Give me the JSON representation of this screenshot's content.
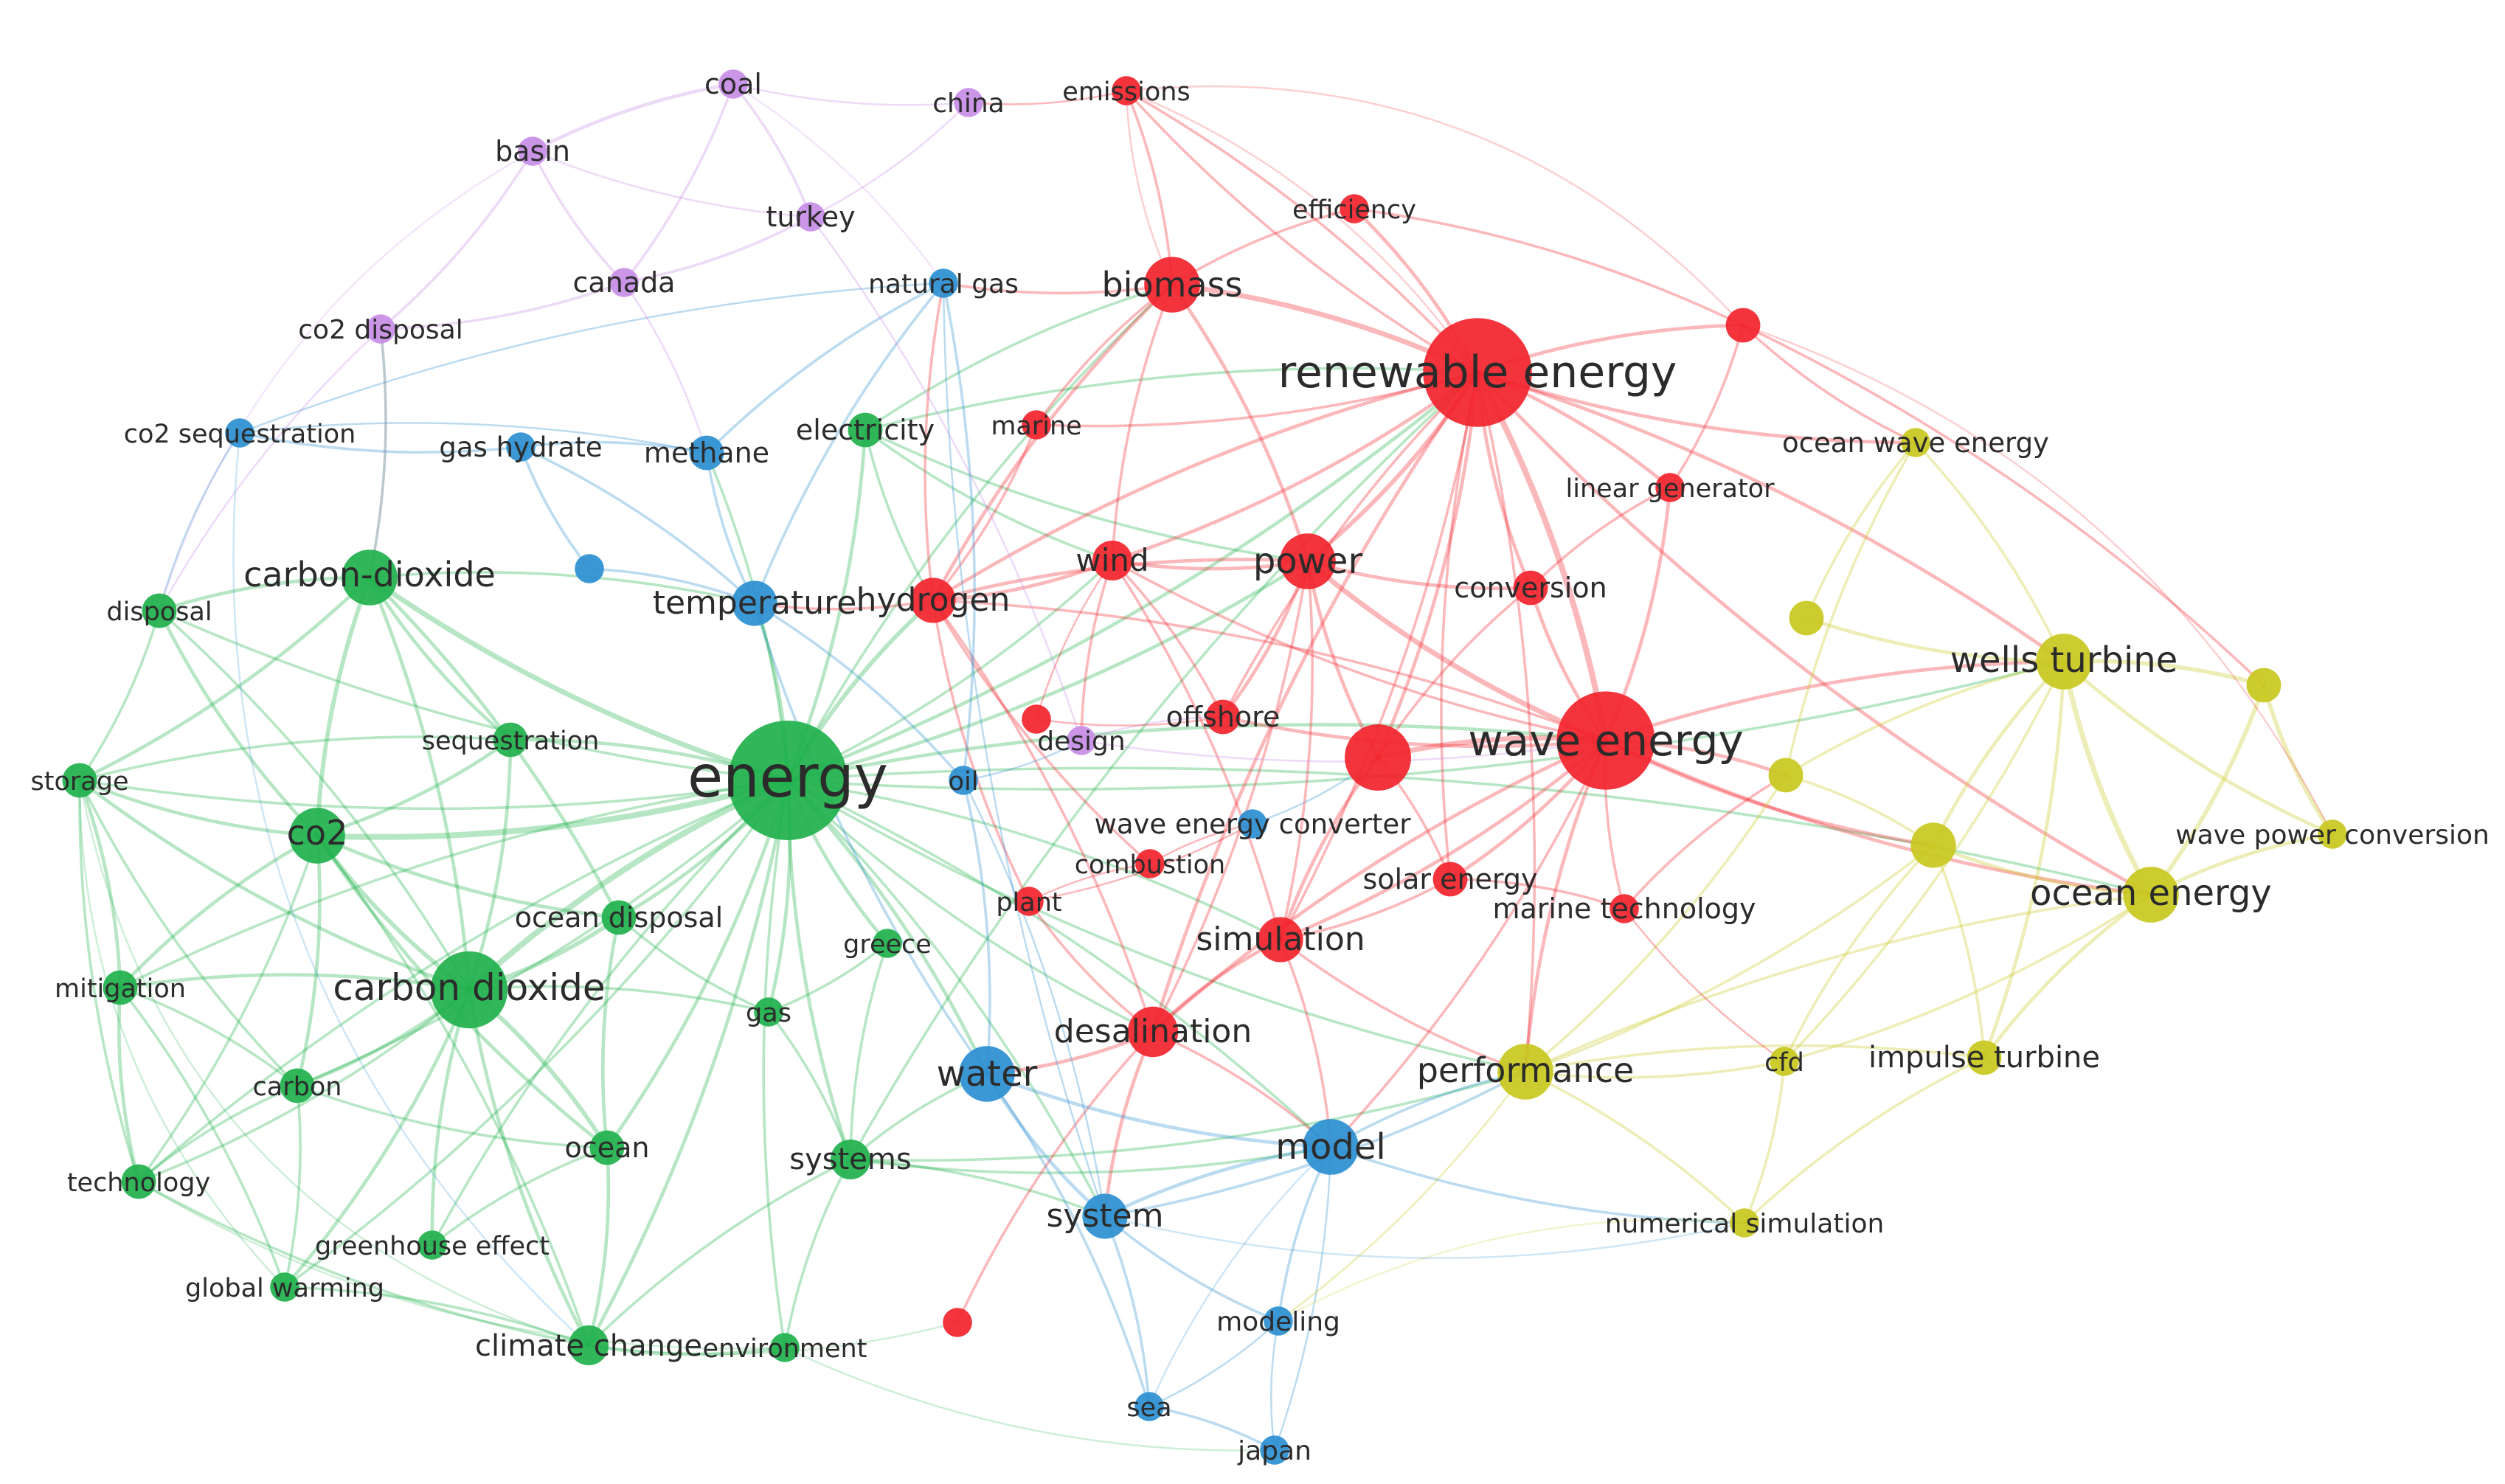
{
  "colors": {
    "green": "#1fb14c",
    "red": "#f2232c",
    "blue": "#2b8fd1",
    "purple": "#c88de6",
    "yellow": "#c8c81e"
  },
  "nodes": [
    {
      "id": "energy",
      "label": "energy",
      "cluster": "green",
      "weight": 10
    },
    {
      "id": "carbon-dioxide",
      "label": "carbon-dioxide",
      "cluster": "green",
      "weight": 4
    },
    {
      "id": "carbon dioxide",
      "label": "carbon dioxide",
      "cluster": "green",
      "weight": 6
    },
    {
      "id": "co2",
      "label": "co2",
      "cluster": "green",
      "weight": 4
    },
    {
      "id": "disposal",
      "label": "disposal",
      "cluster": "green",
      "weight": 2
    },
    {
      "id": "storage",
      "label": "storage",
      "cluster": "green",
      "weight": 2
    },
    {
      "id": "sequestration",
      "label": "sequestration",
      "cluster": "green",
      "weight": 2
    },
    {
      "id": "ocean disposal",
      "label": "ocean disposal",
      "cluster": "green",
      "weight": 2
    },
    {
      "id": "mitigation",
      "label": "mitigation",
      "cluster": "green",
      "weight": 2
    },
    {
      "id": "carbon",
      "label": "carbon",
      "cluster": "green",
      "weight": 2
    },
    {
      "id": "technology",
      "label": "technology",
      "cluster": "green",
      "weight": 2
    },
    {
      "id": "ocean",
      "label": "ocean",
      "cluster": "green",
      "weight": 2
    },
    {
      "id": "greenhouse effect",
      "label": "greenhouse effect",
      "cluster": "green",
      "weight": 1.5
    },
    {
      "id": "global warming",
      "label": "global warming",
      "cluster": "green",
      "weight": 1.5
    },
    {
      "id": "climate change",
      "label": "climate change",
      "cluster": "green",
      "weight": 2.5
    },
    {
      "id": "environment",
      "label": "environment",
      "cluster": "green",
      "weight": 1.5
    },
    {
      "id": "systems",
      "label": "systems",
      "cluster": "green",
      "weight": 2.5
    },
    {
      "id": "gas",
      "label": "gas",
      "cluster": "green",
      "weight": 1.5
    },
    {
      "id": "greece",
      "label": "greece",
      "cluster": "green",
      "weight": 1.5
    },
    {
      "id": "electricity",
      "label": "electricity",
      "cluster": "green",
      "weight": 2
    },
    {
      "id": "renewable energy",
      "label": "renewable energy",
      "cluster": "red",
      "weight": 9
    },
    {
      "id": "wave energy",
      "label": "wave energy",
      "cluster": "red",
      "weight": 8
    },
    {
      "id": "biomass",
      "label": "biomass",
      "cluster": "red",
      "weight": 4
    },
    {
      "id": "power",
      "label": "power",
      "cluster": "red",
      "weight": 4
    },
    {
      "id": "hydrogen",
      "label": "hydrogen",
      "cluster": "red",
      "weight": 3
    },
    {
      "id": "wind",
      "label": "wind",
      "cluster": "red",
      "weight": 2.5
    },
    {
      "id": "efficiency",
      "label": "efficiency",
      "cluster": "red",
      "weight": 1.5
    },
    {
      "id": "emissions",
      "label": "emissions",
      "cluster": "red",
      "weight": 1.5
    },
    {
      "id": "marine",
      "label": "marine",
      "cluster": "red",
      "weight": 1.5
    },
    {
      "id": "linear generator",
      "label": "linear generator",
      "cluster": "red",
      "weight": 1.5
    },
    {
      "id": "conversion",
      "label": "conversion",
      "cluster": "red",
      "weight": 2
    },
    {
      "id": "offshore",
      "label": "offshore",
      "cluster": "red",
      "weight": 2
    },
    {
      "id": "simulation",
      "label": "simulation",
      "cluster": "red",
      "weight": 3
    },
    {
      "id": "desalination",
      "label": "desalination",
      "cluster": "red",
      "weight": 3.5
    },
    {
      "id": "solar energy",
      "label": "solar energy",
      "cluster": "red",
      "weight": 2
    },
    {
      "id": "marine technology",
      "label": "marine technology",
      "cluster": "red",
      "weight": 1.5
    },
    {
      "id": "combustion",
      "label": "combustion",
      "cluster": "red",
      "weight": 1.5
    },
    {
      "id": "plant",
      "label": "plant",
      "cluster": "red",
      "weight": 1.5
    },
    {
      "id": "red-unlabeled-1",
      "label": "",
      "cluster": "red",
      "weight": 5
    },
    {
      "id": "red-unlabeled-2",
      "label": "",
      "cluster": "red",
      "weight": 2
    },
    {
      "id": "red-unlabeled-3",
      "label": "",
      "cluster": "red",
      "weight": 1.5
    },
    {
      "id": "red-unlabeled-4",
      "label": "",
      "cluster": "red",
      "weight": 1.5
    },
    {
      "id": "model",
      "label": "model",
      "cluster": "blue",
      "weight": 4
    },
    {
      "id": "water",
      "label": "water",
      "cluster": "blue",
      "weight": 4
    },
    {
      "id": "system",
      "label": "system",
      "cluster": "blue",
      "weight": 3
    },
    {
      "id": "temperature",
      "label": "temperature",
      "cluster": "blue",
      "weight": 3
    },
    {
      "id": "methane",
      "label": "methane",
      "cluster": "blue",
      "weight": 2
    },
    {
      "id": "gas hydrate",
      "label": "gas hydrate",
      "cluster": "blue",
      "weight": 1.5
    },
    {
      "id": "natural gas",
      "label": "natural gas",
      "cluster": "blue",
      "weight": 1.5
    },
    {
      "id": "co2 sequestration",
      "label": "co2 sequestration",
      "cluster": "blue",
      "weight": 1.5
    },
    {
      "id": "oil",
      "label": "oil",
      "cluster": "blue",
      "weight": 1.5
    },
    {
      "id": "wave energy converter",
      "label": "wave energy converter",
      "cluster": "blue",
      "weight": 1.5
    },
    {
      "id": "modeling",
      "label": "modeling",
      "cluster": "blue",
      "weight": 1.5
    },
    {
      "id": "sea",
      "label": "sea",
      "cluster": "blue",
      "weight": 1.5
    },
    {
      "id": "japan",
      "label": "japan",
      "cluster": "blue",
      "weight": 1.5
    },
    {
      "id": "blue-unlabeled-1",
      "label": "",
      "cluster": "blue",
      "weight": 1.5
    },
    {
      "id": "coal",
      "label": "coal",
      "cluster": "purple",
      "weight": 1.5
    },
    {
      "id": "basin",
      "label": "basin",
      "cluster": "purple",
      "weight": 1.5
    },
    {
      "id": "china",
      "label": "china",
      "cluster": "purple",
      "weight": 1.5
    },
    {
      "id": "turkey",
      "label": "turkey",
      "cluster": "purple",
      "weight": 1.5
    },
    {
      "id": "canada",
      "label": "canada",
      "cluster": "purple",
      "weight": 1.5
    },
    {
      "id": "co2 disposal",
      "label": "co2 disposal",
      "cluster": "purple",
      "weight": 1.5
    },
    {
      "id": "design",
      "label": "design",
      "cluster": "purple",
      "weight": 1.5
    },
    {
      "id": "wells turbine",
      "label": "wells turbine",
      "cluster": "yellow",
      "weight": 4
    },
    {
      "id": "ocean energy",
      "label": "ocean energy",
      "cluster": "yellow",
      "weight": 4
    },
    {
      "id": "performance",
      "label": "performance",
      "cluster": "yellow",
      "weight": 4
    },
    {
      "id": "ocean wave energy",
      "label": "ocean wave energy",
      "cluster": "yellow",
      "weight": 1.5
    },
    {
      "id": "wave power conversion",
      "label": "wave power conversion",
      "cluster": "yellow",
      "weight": 1.5
    },
    {
      "id": "impulse turbine",
      "label": "impulse turbine",
      "cluster": "yellow",
      "weight": 2
    },
    {
      "id": "cfd",
      "label": "cfd",
      "cluster": "yellow",
      "weight": 1.5
    },
    {
      "id": "numerical simulation",
      "label": "numerical simulation",
      "cluster": "yellow",
      "weight": 1.5
    },
    {
      "id": "yellow-unlabeled-1",
      "label": "",
      "cluster": "yellow",
      "weight": 2
    },
    {
      "id": "yellow-unlabeled-2",
      "label": "",
      "cluster": "yellow",
      "weight": 2
    },
    {
      "id": "yellow-unlabeled-3",
      "label": "",
      "cluster": "yellow",
      "weight": 2
    },
    {
      "id": "yellow-unlabeled-4",
      "label": "",
      "cluster": "yellow",
      "weight": 3
    }
  ]
}
